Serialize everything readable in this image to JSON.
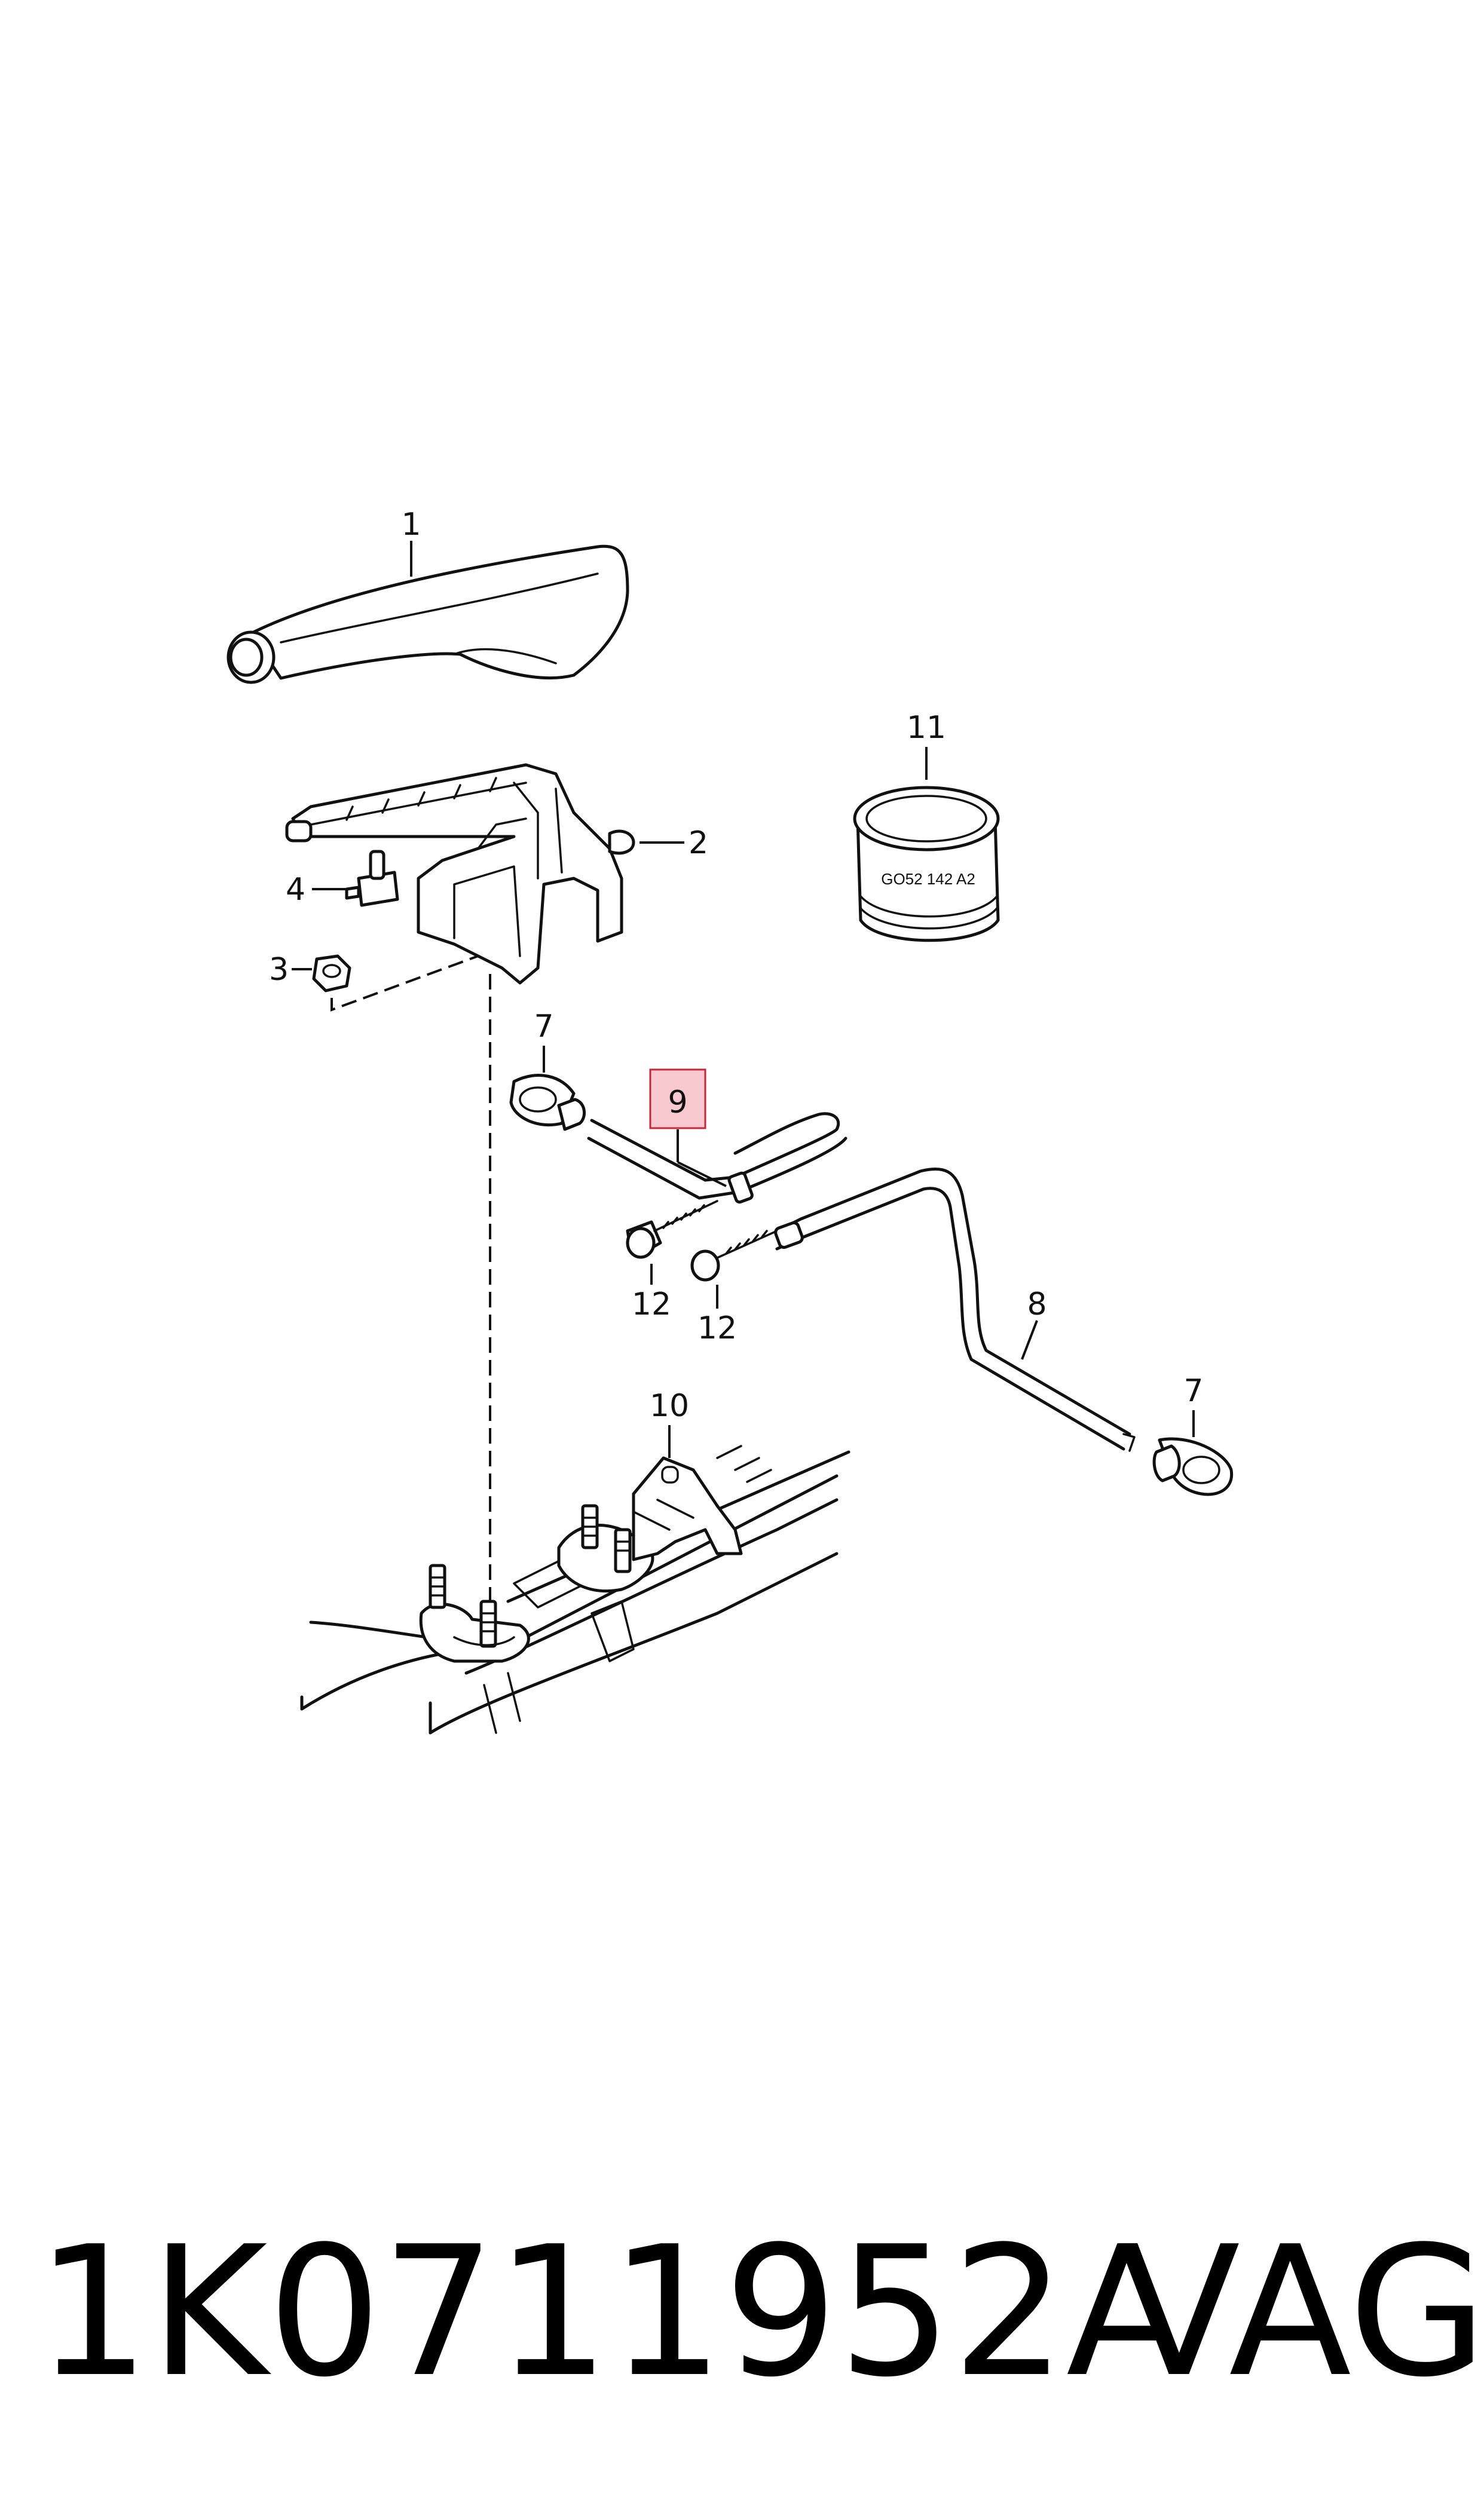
{
  "callouts": {
    "c1": "1",
    "c2": "2",
    "c3": "3",
    "c4": "4",
    "c7a": "7",
    "c7b": "7",
    "c8": "8",
    "c9": "9",
    "c10": "10",
    "c11": "11",
    "c12a": "12",
    "c12b": "12"
  },
  "highlight_color": "#f7c9cf",
  "part11_stamp": "GO52 142 A2",
  "footer": {
    "part_number": "1K0711952A",
    "brand": "VAG"
  }
}
